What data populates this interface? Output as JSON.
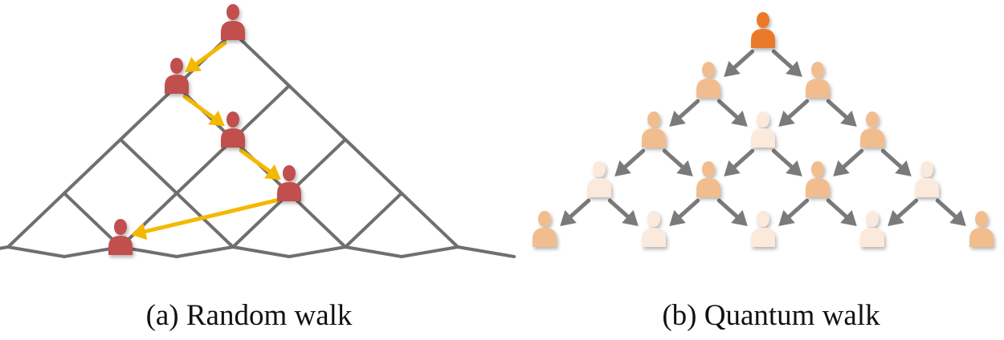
{
  "captions": {
    "random": "(a) Random walk",
    "quantum": "(b) Quantum walk"
  },
  "colors": {
    "lattice": "#6f6f6f",
    "walker": "#c0504d",
    "path_arrow": "#f5b800",
    "quantum_arrow": "#7a7a7a",
    "quantum_levels": [
      "#fbe9dc",
      "#f6d2b3",
      "#f2bd8e",
      "#ea7a2c"
    ]
  },
  "icons": {
    "walker": "person-icon",
    "arrow": "arrow-head"
  },
  "random_walk": {
    "levels": 5,
    "path": [
      [
        0,
        0
      ],
      [
        1,
        0
      ],
      [
        2,
        1
      ],
      [
        3,
        2
      ],
      [
        4,
        1
      ]
    ]
  },
  "quantum_walk": {
    "levels": 5,
    "intensity": [
      [
        3
      ],
      [
        2,
        2
      ],
      [
        2,
        0,
        2
      ],
      [
        0,
        2,
        2,
        0
      ],
      [
        2,
        0,
        0,
        0,
        2
      ]
    ]
  }
}
